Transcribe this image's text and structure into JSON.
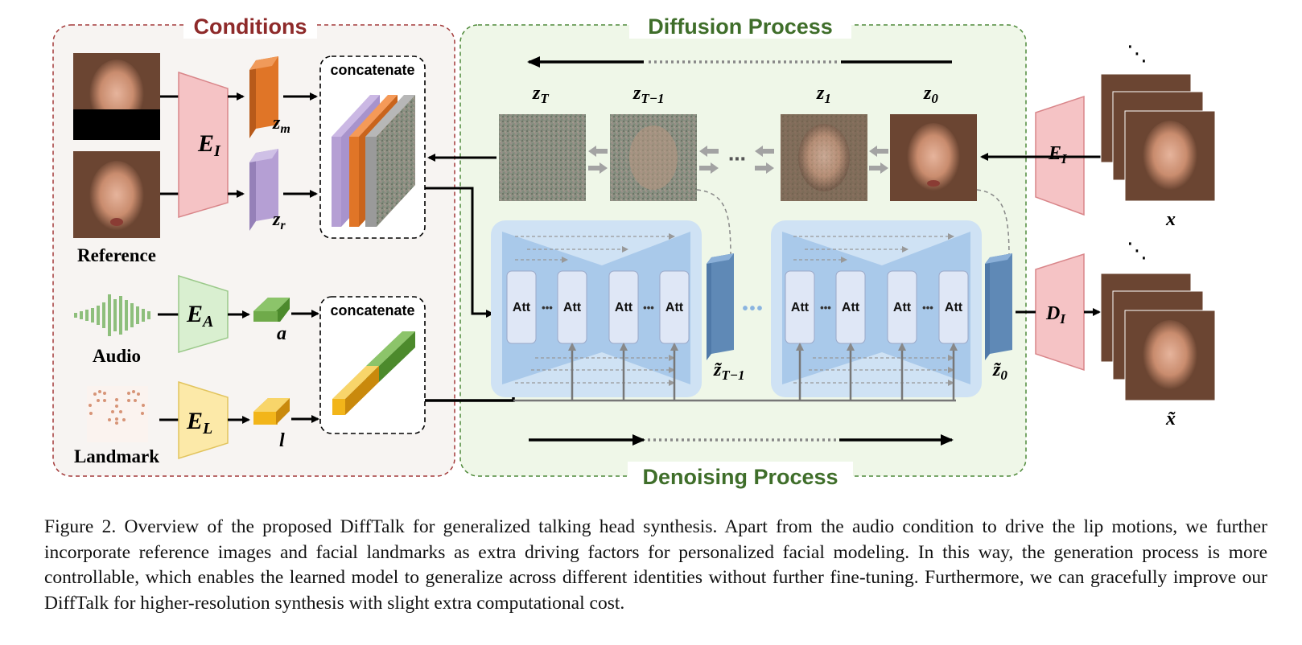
{
  "sections": {
    "conditions_title": "Conditions",
    "diffusion_title": "Diffusion Process",
    "denoising_title": "Denoising Process"
  },
  "inputs": {
    "reference_label": "Reference",
    "audio_label": "Audio",
    "landmark_label": "Landmark"
  },
  "encoders": {
    "image_main": "E",
    "image_main_sub": "I",
    "audio": "E",
    "audio_sub": "A",
    "landmark": "E",
    "landmark_sub": "L",
    "image_right": "E",
    "image_right_sub": "I",
    "decoder": "D",
    "decoder_sub": "I"
  },
  "features": {
    "zm": "z",
    "zm_sub": "m",
    "zr": "z",
    "zr_sub": "r",
    "a": "a",
    "l": "l"
  },
  "concat": {
    "top_label": "concatenate",
    "bottom_label": "concatenate"
  },
  "latents": {
    "zT": "z",
    "zT_sub": "T",
    "zT1": "z",
    "zT1_sub": "T−1",
    "z1": "z",
    "z1_sub": "1",
    "z0": "z",
    "z0_sub": "0",
    "dots": "⋯"
  },
  "unet": {
    "att": "Att",
    "dots": "•••",
    "zt1_tilde": "z̃",
    "zt1_tilde_sub": "T−1",
    "z0_tilde": "z̃",
    "z0_tilde_sub": "0"
  },
  "outputs": {
    "x": "x",
    "x_tilde": "x̃"
  },
  "colors": {
    "conditions_border": "#a33a3a",
    "conditions_bg": "#f7f4f2",
    "diffusion_border": "#4f8a3a",
    "diffusion_bg": "#eff7e8",
    "encoder_pink": "#f5c3c5",
    "encoder_green": "#d9efd0",
    "encoder_yellow": "#fce9a8",
    "feat_orange": "#e07527",
    "feat_purple": "#b59fd4",
    "feat_green": "#5c9a3a",
    "feat_yellow": "#f2b51a",
    "unet_blue": "#a9c9ea",
    "latent_blue": "#4f79a8"
  },
  "caption": "Figure 2.  Overview of the proposed DiffTalk for generalized talking head synthesis.  Apart from the audio condition to drive the lip motions, we further incorporate reference images and facial landmarks as extra driving factors for personalized facial modeling. In this way, the generation process is more controllable, which enables the learned model to generalize across different identities without further fine-tuning. Furthermore, we can gracefully improve our DiffTalk for higher-resolution synthesis with slight extra computational cost."
}
